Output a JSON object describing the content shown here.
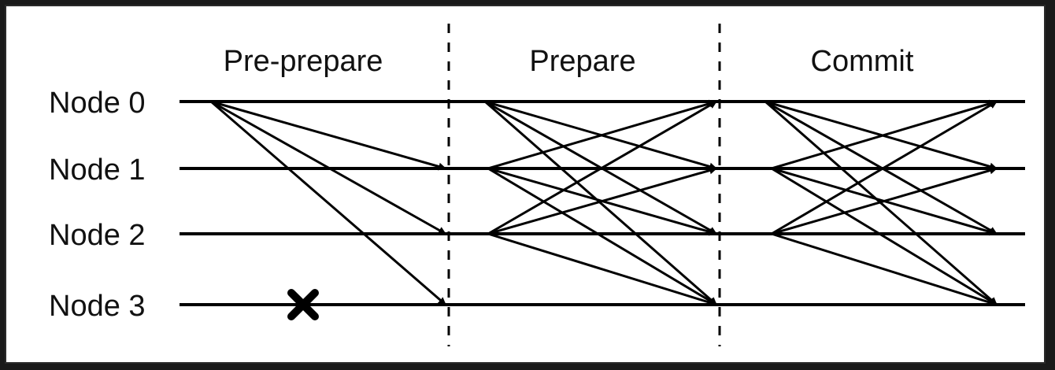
{
  "diagram": {
    "phases": [
      {
        "label": "Pre-prepare"
      },
      {
        "label": "Prepare"
      },
      {
        "label": "Commit"
      }
    ],
    "nodes": [
      {
        "label": "Node 0"
      },
      {
        "label": "Node 1"
      },
      {
        "label": "Node 2"
      },
      {
        "label": "Node 3"
      }
    ],
    "faulty_node": 3,
    "phase_senders": [
      [
        0
      ],
      [
        0,
        1,
        2
      ],
      [
        0,
        1,
        2
      ]
    ],
    "phase_receivers": [
      [
        1,
        2,
        3
      ],
      [
        0,
        1,
        2,
        3
      ],
      [
        0,
        1,
        2,
        3
      ]
    ],
    "colors": {
      "line": "#000000",
      "background": "#ffffff",
      "frame": "#2a2a2a"
    }
  }
}
